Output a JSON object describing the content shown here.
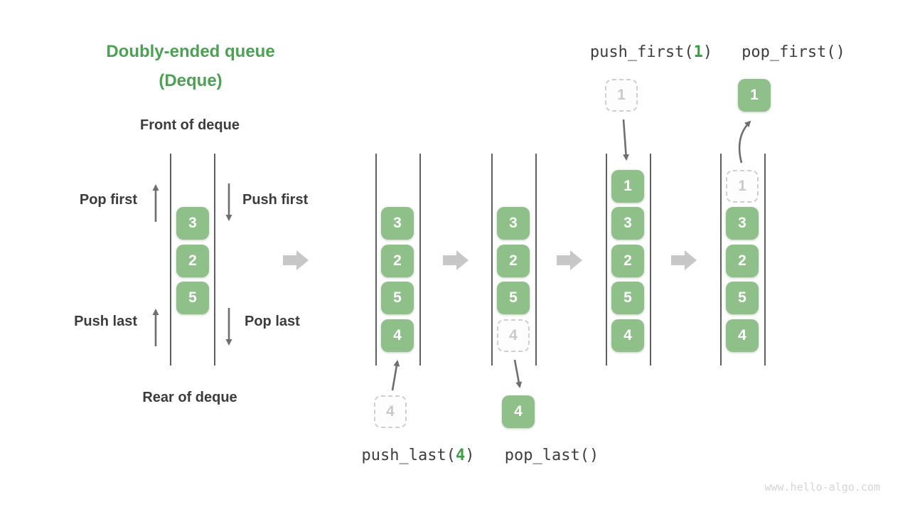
{
  "title": {
    "line1": "Doubly-ended queue",
    "line2": "(Deque)"
  },
  "colors": {
    "accent_green": "#4ca154",
    "cell_green": "#8fc08a",
    "code_arg_green": "#3c9d47",
    "dark_text": "#3c3c3c",
    "arrow_gray": "#6e6e6e",
    "flow_arrow_gray": "#c7c7c7",
    "dashed_border": "#cfcfcf",
    "watermark_gray": "#d4d4d4"
  },
  "left_diagram": {
    "front_label": "Front of deque",
    "rear_label": "Rear of deque",
    "pop_first_label": "Pop first",
    "push_first_label": "Push first",
    "push_last_label": "Push last",
    "pop_last_label": "Pop last",
    "items": [
      "3",
      "2",
      "5"
    ]
  },
  "operations": {
    "push_last": {
      "prefix": "push_last(",
      "arg": "4",
      "suffix": ")"
    },
    "pop_last": {
      "label": "pop_last()"
    },
    "push_first": {
      "prefix": "push_first(",
      "arg": "1",
      "suffix": ")"
    },
    "pop_first": {
      "label": "pop_first()"
    }
  },
  "queues": {
    "q2": {
      "items": [
        "3",
        "2",
        "5",
        "4"
      ],
      "staged_item": "4"
    },
    "q3": {
      "items": [
        "3",
        "2",
        "5"
      ],
      "removed_item": "4",
      "popped_item": "4"
    },
    "q4": {
      "items": [
        "1",
        "3",
        "2",
        "5",
        "4"
      ],
      "staged_item": "1"
    },
    "q5": {
      "items": [
        "3",
        "2",
        "5",
        "4"
      ],
      "removed_item": "1",
      "popped_item": "1"
    }
  },
  "watermark": "www.hello-algo.com"
}
